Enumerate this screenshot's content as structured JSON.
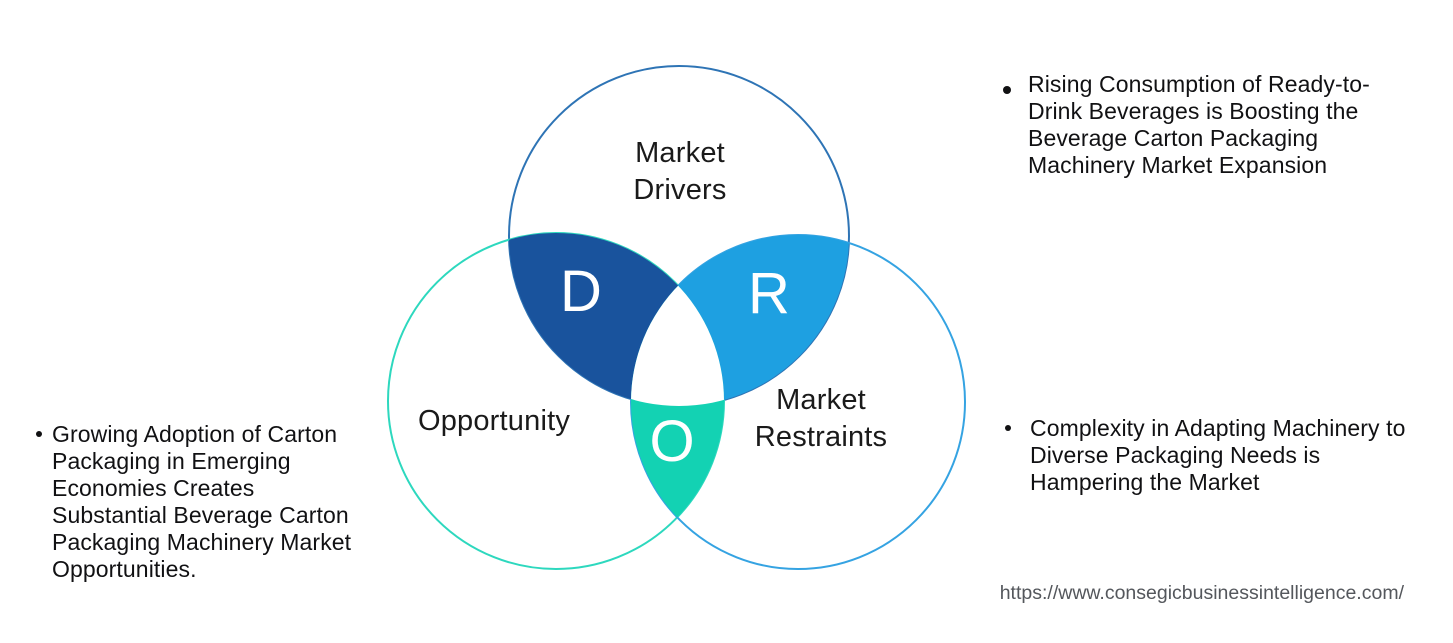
{
  "venn": {
    "drivers": {
      "label_line1": "Market",
      "label_line2": "Drivers",
      "letter": "D"
    },
    "opportunity": {
      "label": "Opportunity",
      "letter": "O"
    },
    "restraints": {
      "label_line1": "Market",
      "label_line2": "Restraints",
      "letter": "R"
    }
  },
  "notes": {
    "driver_note": "Rising Consumption of Ready-to-Drink Beverages is Boosting the Beverage Carton Packaging Machinery Market Expansion",
    "restraint_note": "Complexity in Adapting Machinery to Diverse Packaging Needs is Hampering the Market",
    "opportunity_note": "Growing Adoption of Carton Packaging in Emerging Economies Creates Substantial Beverage Carton Packaging Machinery Market Opportunities."
  },
  "footer": {
    "source_url": "https://www.consegicbusinessintelligence.com/"
  },
  "colors": {
    "drivers_outline": "#2E74B5",
    "opportunity_outline": "#2DD8BE",
    "restraints_outline": "#35A3E2",
    "drivers_lens_fill": "#19539D",
    "restraints_lens_fill": "#1EA0E1",
    "opportunity_lens_fill": "#13D2B3",
    "center_fill": "#FFFFFF",
    "letter_color": "#FFFFFF",
    "text_color": "#111113",
    "url_color": "#54575C",
    "background": "#FFFFFF"
  }
}
